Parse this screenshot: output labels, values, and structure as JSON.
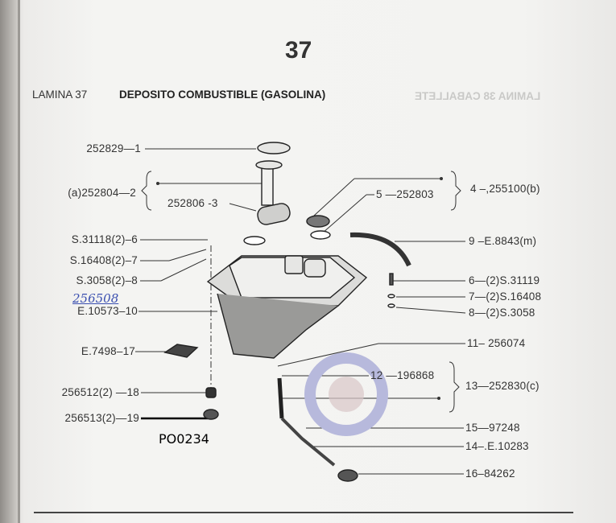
{
  "page_number": "37",
  "header": {
    "lamina": "LAMINA 37",
    "title": "DEPOSITO COMBUSTIBLE (GASOLINA)",
    "bleed_through": "LAMINA 38   CABALLETE"
  },
  "handwritten_note": "256508",
  "image_code": "PO0234",
  "left_labels": [
    "252829—1",
    "(a)252804—2",
    "252806 -3",
    "S.31118(2)–6",
    "S.16408(2)–7",
    "S.3058(2)–8",
    "E.10573–10",
    "E.7498–17",
    "256512(2) —18",
    "256513(2)—19"
  ],
  "right_labels": [
    "5 —252803",
    "4 –,255100(b)",
    "9 –E.8843(m)",
    "6—(2)S.31119",
    "7—(2)S.16408",
    "8—(2)S.3058",
    "11– 256074",
    "12 —196868",
    "13—252830(c)",
    "15—97248",
    "14–.E.10283",
    "16–84262"
  ]
}
